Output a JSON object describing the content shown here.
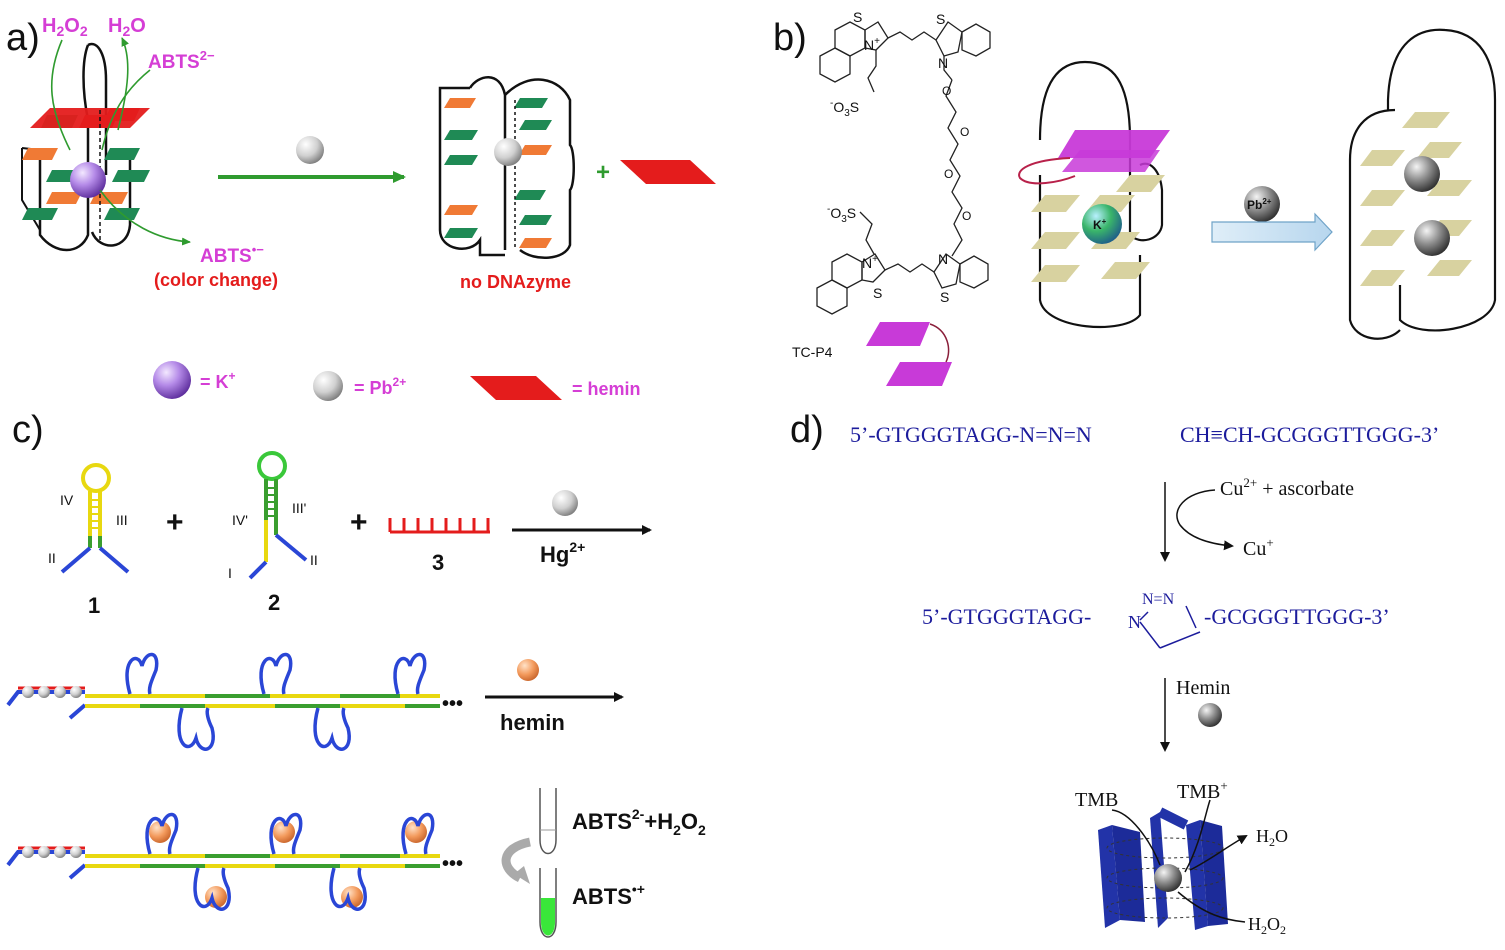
{
  "colors": {
    "magenta": "#d53ed5",
    "red": "#e41c1c",
    "green": "#1f8a55",
    "orange": "#f07a35",
    "blue_seq": "#1c1c9c",
    "yellow_strand": "#f3ea3a",
    "green_strand": "#3a9e2f",
    "blue_strand": "#2a46d6",
    "tc_purple": "#c83ad8",
    "plate_khaki": "#d8d2a0"
  },
  "panel_a": {
    "label": "a)",
    "h2o2": "H2O2",
    "h2o": "H2O",
    "abts2": "ABTS",
    "abts2_sup": "2−",
    "abts_rad": "ABTS",
    "abts_rad_sup": "•−",
    "color_change": "(color change)",
    "no_dnazyme": "no DNAzyme",
    "plus": "+",
    "legend_k": "= K",
    "legend_k_sup": "+",
    "legend_pb": "= Pb",
    "legend_pb_sup": "2+",
    "legend_hemin": "= hemin"
  },
  "panel_b": {
    "label": "b)",
    "s_atom": "S",
    "n_atom": "N",
    "n_plus": "N",
    "plus_sign": "+",
    "o_atom": "O",
    "so3_top": "-O3S",
    "so3_bottom": "-O3S",
    "tc_p4": "TC-P4",
    "k_ion": "K+",
    "pb_ion": "Pb2+"
  },
  "panel_c": {
    "label": "c)",
    "roman_iv": "IV",
    "roman_iii": "III",
    "roman_ii": "II",
    "roman_iv_prime": "IV'",
    "roman_iii_prime": "III'",
    "roman_i": "I",
    "roman_ii_b": "II",
    "num_1": "1",
    "num_2": "2",
    "num_3": "3",
    "plus": "+",
    "hg": "Hg",
    "hg_sup": "2+",
    "hemin": "hemin",
    "ellipsis": "•••",
    "abts_h2o2": "ABTS",
    "abts_h2o2_sup": "2-",
    "abts_h2o2_rest": "+H",
    "abts_h2o2_sub": "2",
    "abts_h2o2_o": "O",
    "abts_h2o2_sub2": "2",
    "abts_rad": "ABTS",
    "abts_rad_sup": "•+"
  },
  "panel_d": {
    "label": "d)",
    "seq_left": "5’-GTGGGTAGG-N=N=N",
    "seq_right": "CH≡CH-GCGGGTTGGG-3’",
    "cu2": "Cu",
    "cu2_sup": "2+",
    "ascorbate": "+ ascorbate",
    "cu1": "Cu",
    "cu1_sup": "+",
    "seq_left_2": "5’-GTGGGTAGG-",
    "triazole_n": "N",
    "triazole_nn": "N=N",
    "seq_right_2": "-GCGGGTTGGG-3’",
    "hemin": "Hemin",
    "tmb": "TMB",
    "tmb_plus": "TMB",
    "tmb_plus_sup": "+",
    "h2o": "H2O",
    "h2o2": "H2O2"
  }
}
